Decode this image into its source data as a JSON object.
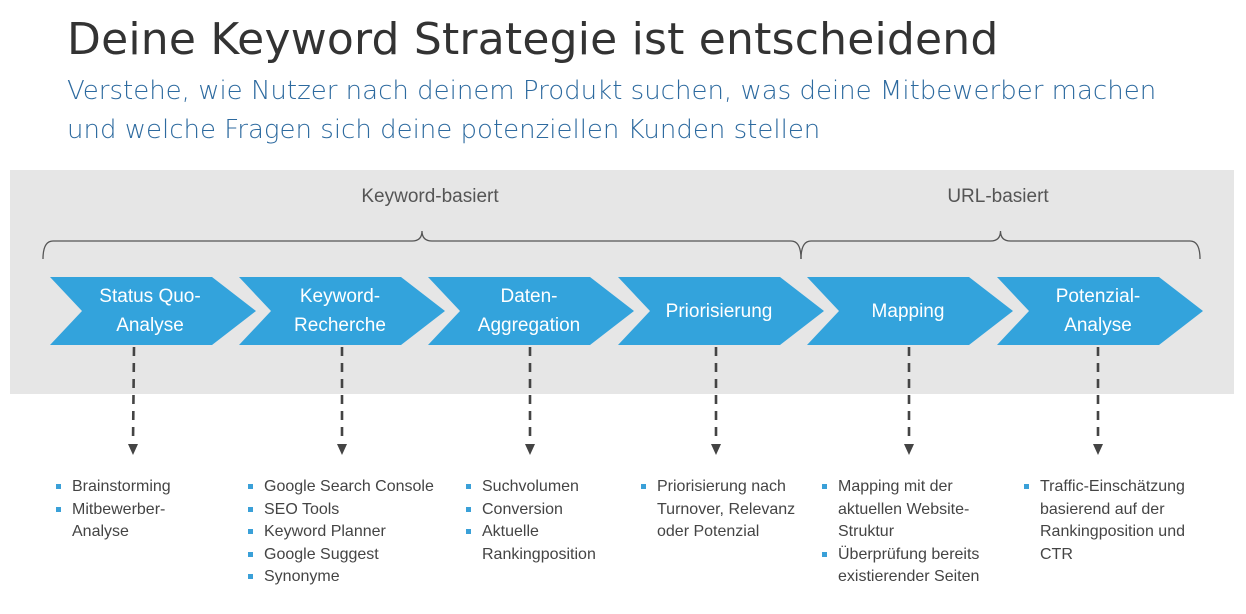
{
  "title": "Deine Keyword Strategie ist entscheidend",
  "subtitle": "Verstehe, wie Nutzer nach deinem Produkt suchen, was deine Mitbewerber machen und welche Fragen sich deine potenziellen Kunden stellen",
  "colors": {
    "chevron": "#33a3dc",
    "band": "#e6e6e6",
    "subtitle": "#2d6a9f",
    "bullet": "#3aa0d8"
  },
  "groups": [
    {
      "label": "Keyword-basiert"
    },
    {
      "label": "URL-basiert"
    }
  ],
  "steps": [
    {
      "label": "Status Quo-\nAnalyse",
      "bullets": [
        "Brainstorming",
        "Mitbewerber-\nAnalyse"
      ]
    },
    {
      "label": "Keyword-\nRecherche",
      "bullets": [
        "Google Search Console",
        "SEO Tools",
        "Keyword Planner",
        "Google Suggest",
        "Synonyme"
      ]
    },
    {
      "label": "Daten-\nAggregation",
      "bullets": [
        "Suchvolumen",
        "Conversion",
        "Aktuelle\nRankingposition"
      ]
    },
    {
      "label": "Priorisierung",
      "bullets": [
        "Priorisierung nach\nTurnover, Relevanz\noder Potenzial"
      ]
    },
    {
      "label": "Mapping",
      "bullets": [
        "Mapping mit der\naktuellen Website-\nStruktur",
        "Überprüfung bereits\nexistierender Seiten"
      ]
    },
    {
      "label": "Potenzial-\nAnalyse",
      "bullets": [
        "Traffic-Einschätzung\nbasierend auf der\nRankingposition und\nCTR"
      ]
    }
  ]
}
